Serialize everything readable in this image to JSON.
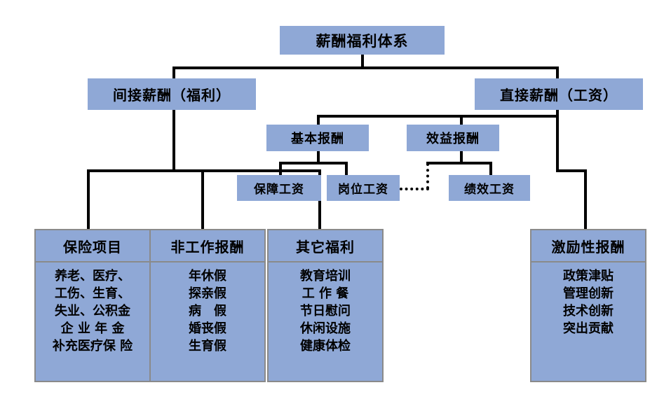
{
  "diagram": {
    "title": "薪酬福利体系",
    "root": {
      "label": "薪酬福利体系"
    },
    "level2": {
      "indirect": {
        "label": "间接薪酬（福利）"
      },
      "direct": {
        "label": "直接薪酬（工资）"
      }
    },
    "level3": {
      "basic": {
        "label": "基本报酬"
      },
      "performance": {
        "label": "效益报酬"
      }
    },
    "level4": {
      "guarantee_wage": {
        "label": "保障工资"
      },
      "post_wage": {
        "label": "岗位工资"
      },
      "merit_wage": {
        "label": "绩效工资"
      }
    },
    "panels": [
      {
        "header": "保险项目",
        "items": [
          "养老、医疗、",
          "工伤、生育、",
          "失业、公积金",
          "企 业 年 金",
          "补充医疗保 险"
        ]
      },
      {
        "header": "非工作报酬",
        "items": [
          "年休假",
          "探亲假",
          "病　假",
          "婚丧假",
          "生育假"
        ]
      },
      {
        "header": "其它福利",
        "items": [
          "教育培训",
          "工 作 餐",
          "节日慰问",
          "休闲设施",
          "健康体检"
        ]
      },
      {
        "header": "激励性报酬",
        "items": [
          "政策津贴",
          "管理创新",
          "技术创新",
          "突出贡献"
        ]
      }
    ],
    "colors": {
      "node_fill": "#8fa8d6",
      "panel_border": "#8a8a8a",
      "connector": "#000000",
      "background": "#ffffff"
    }
  }
}
